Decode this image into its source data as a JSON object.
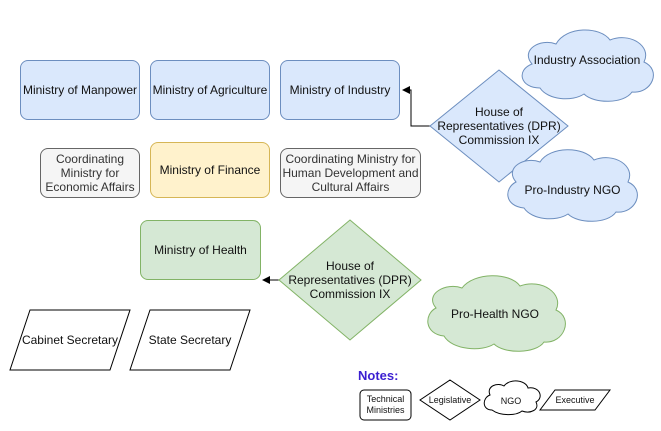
{
  "colors": {
    "blue_fill": "#dae8fc",
    "blue_stroke": "#6c8ebf",
    "gray_fill": "#f5f5f5",
    "gray_stroke": "#666666",
    "yellow_fill": "#fff2cc",
    "yellow_stroke": "#d6b656",
    "green_fill": "#d5e8d4",
    "green_stroke": "#82b366",
    "notes_color": "#3b1fd1"
  },
  "nodes": {
    "ministry_manpower": "Ministry of Manpower",
    "ministry_agriculture": "Ministry of Agriculture",
    "ministry_industry": "Ministry of Industry",
    "coord_economic": "Coordinating Ministry for Economic Affairs",
    "ministry_finance": "Ministry of Finance",
    "coord_human": "Coordinating Ministry for Human Development and Cultural Affairs",
    "ministry_health": "Ministry of Health",
    "dpr_ix_top": "House of Representatives (DPR) Commission IX",
    "dpr_ix_bottom": "House of Representatives (DPR) Commission IX",
    "industry_association": "Industry Association",
    "pro_industry_ngo": "Pro-Industry NGO",
    "pro_health_ngo": "Pro-Health NGO",
    "cabinet_secretary": "Cabinet Secretary",
    "state_secretary": "State Secretary"
  },
  "notes": {
    "title": "Notes:",
    "technical_ministries": "Technical Ministries",
    "legislative": "Legislative",
    "ngo": "NGO",
    "executive": "Executive"
  }
}
